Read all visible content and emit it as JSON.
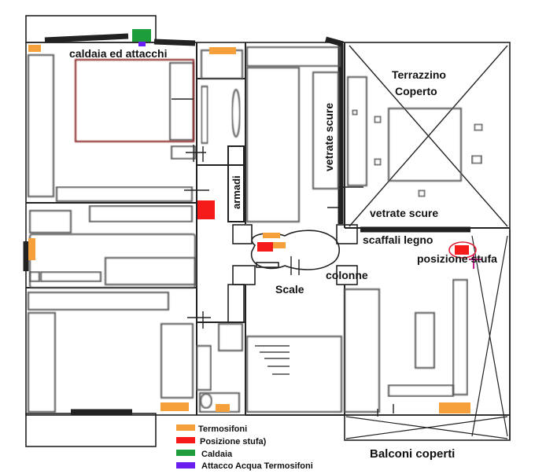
{
  "labels": {
    "caldaia_ed_attacchi": "caldaia ed attacchi",
    "terrazzino_line1": "Terrazzino",
    "terrazzino_line2": "Coperto",
    "vetrate_scure_vertical": "vetrate scure",
    "vetrate_scure_horizontal": "vetrate scure",
    "armadi": "armadi",
    "scaffali_legno": "scaffali legno",
    "posizione_stufa": "posizione stufa",
    "colonne": "colonne",
    "scale": "Scale",
    "balconi_coperti": "Balconi coperti"
  },
  "legend": [
    {
      "label": "Termosifoni",
      "color": "#f5a03a"
    },
    {
      "label": "Posizione stufa)",
      "color": "#f51b1b"
    },
    {
      "label": "Caldaia",
      "color": "#1e9e3a"
    },
    {
      "label": "Attacco Acqua Termosifoni",
      "color": "#6a1ef0"
    }
  ],
  "colors": {
    "termosifoni": "#f5a03a",
    "stufa": "#f51b1b",
    "caldaia": "#1e9e3a",
    "attacco_acqua": "#6a1ef0",
    "bed_outline": "#8a2020",
    "stufa_marker": "#e0203a"
  }
}
